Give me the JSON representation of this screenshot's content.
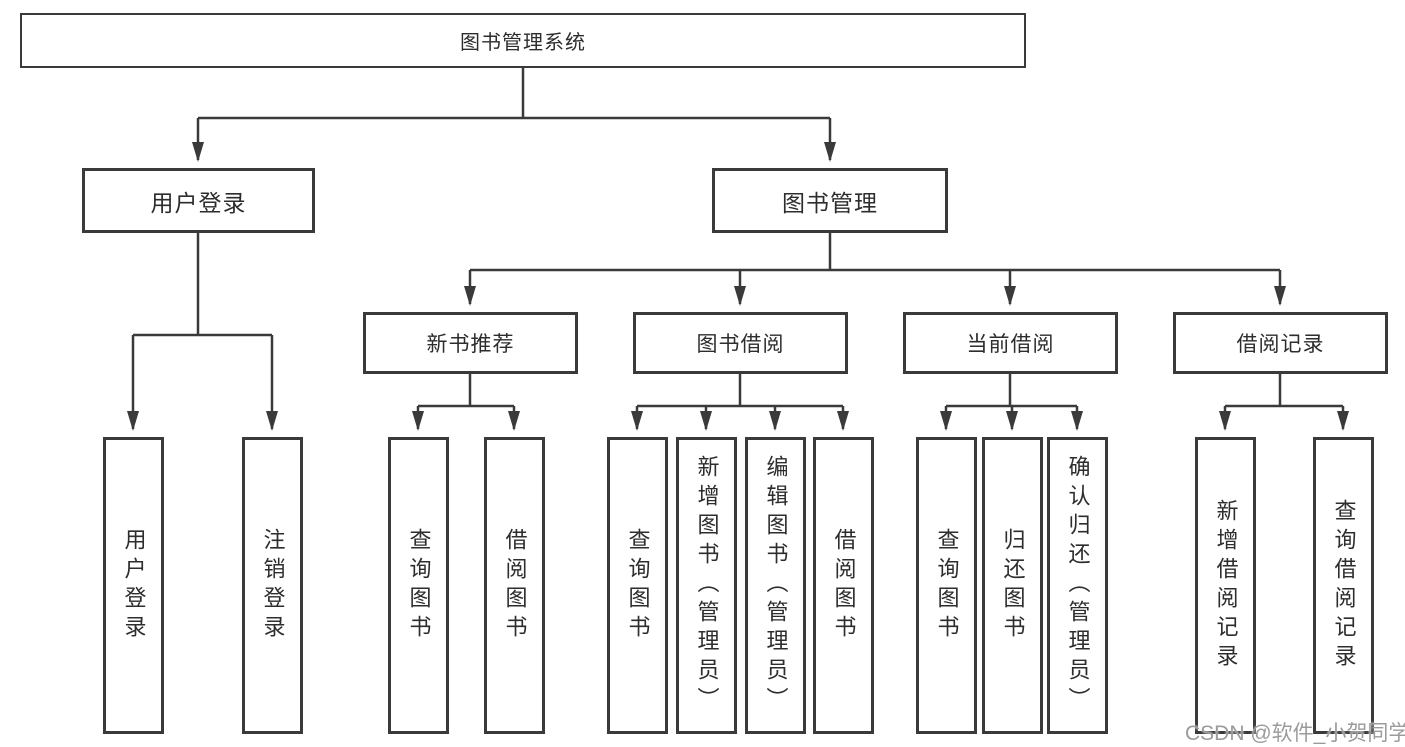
{
  "diagram_type": "hierarchy-tree",
  "tree": {
    "label": "图书管理系统",
    "children": [
      {
        "label": "用户登录",
        "children": [
          {
            "label": "用户登录"
          },
          {
            "label": "注销登录"
          }
        ]
      },
      {
        "label": "图书管理",
        "children": [
          {
            "label": "新书推荐",
            "children": [
              {
                "label": "查询图书"
              },
              {
                "label": "借阅图书"
              }
            ]
          },
          {
            "label": "图书借阅",
            "children": [
              {
                "label": "查询图书"
              },
              {
                "label": "新增图书（管理员）"
              },
              {
                "label": "编辑图书（管理员）"
              },
              {
                "label": "借阅图书"
              }
            ]
          },
          {
            "label": "当前借阅",
            "children": [
              {
                "label": "查询图书"
              },
              {
                "label": "归还图书"
              },
              {
                "label": "确认归还（管理员）"
              }
            ]
          },
          {
            "label": "借阅记录",
            "children": [
              {
                "label": "新增借阅记录"
              },
              {
                "label": "查询借阅记录"
              }
            ]
          }
        ]
      }
    ]
  },
  "watermark": "CSDN @软件_小贺同学",
  "colors": {
    "line": "#3a3a3a",
    "text": "#2d2d2d",
    "background": "#ffffff",
    "watermark": "#9b9b9b"
  }
}
